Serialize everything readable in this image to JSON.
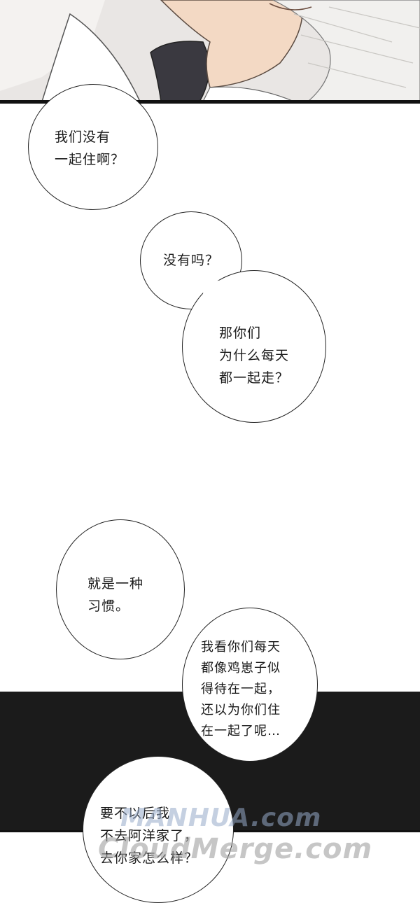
{
  "bubbles": {
    "b1": "我们没有\n一起住啊？",
    "b2": "没有吗？",
    "b3": "那你们\n为什么每天\n都一起走？",
    "b4": "就是一种\n习惯。",
    "b5": "我看你们每天\n都像鸡崽子似\n得待在一起，\n还以为你们住\n在一起了呢…",
    "b6": "要不以后我\n不去阿洋家了，\n去你家怎么样？"
  },
  "watermark": {
    "line1": "MANHUA.com",
    "line2": "CloudMerge.com"
  },
  "colors": {
    "ink": "#1a1a1a",
    "dark_band": "#1b1b1b",
    "skin": "#f3d9c4",
    "hair": "#efeeec"
  }
}
